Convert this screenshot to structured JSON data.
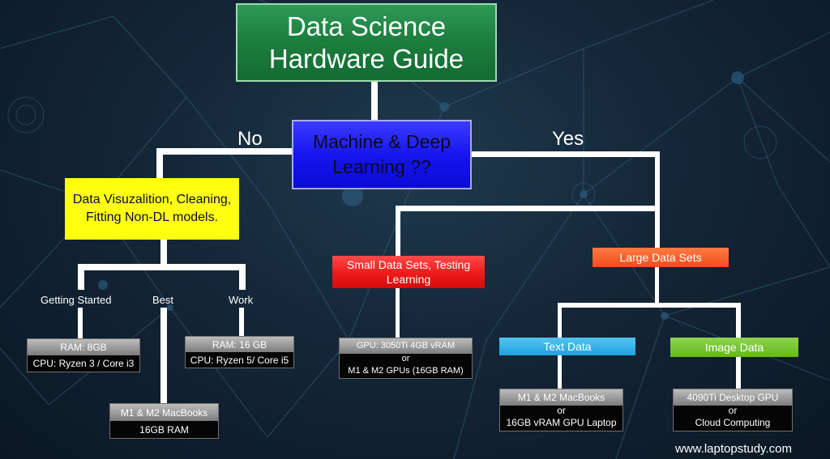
{
  "title": {
    "line1": "Data Science",
    "line2": "Hardware Guide"
  },
  "question": {
    "line1": "Machine & Deep",
    "line2": "Learning ??"
  },
  "branch_no": "No",
  "branch_yes": "Yes",
  "non_dl": {
    "line1": "Data Visuzalition, Cleaning,",
    "line2": "Fitting Non-DL models."
  },
  "tiers": {
    "getting_started": "Getting Started",
    "best": "Best",
    "work": "Work"
  },
  "spec_getting_started": {
    "line1": "RAM: 8GB",
    "line2": "CPU: Ryzen 3 / Core i3"
  },
  "spec_work": {
    "line1": "RAM: 16 GB",
    "line2": "CPU: Ryzen 5/ Core i5"
  },
  "spec_best": {
    "line1": "M1 & M2 MacBooks",
    "line2": "16GB RAM"
  },
  "small_data": {
    "line1": "Small Data Sets, Testing",
    "line2": "Learning"
  },
  "spec_small": {
    "line1": "GPU: 3050Ti 4GB vRAM",
    "line2": "or",
    "line3": "M1 & M2 GPUs (16GB RAM)"
  },
  "large_data": "Large Data Sets",
  "text_data": "Text Data",
  "image_data": "Image Data",
  "spec_text": {
    "line1": "M1 & M2 MacBooks",
    "line2": "or",
    "line3": "16GB vRAM GPU Laptop"
  },
  "spec_image": {
    "line1": "4090Ti Desktop GPU",
    "line2": "or",
    "line3": "Cloud Computing"
  },
  "website": "www.laptopstudy.com",
  "colors": {
    "background": "#142637",
    "title_green": "#1d7f3f",
    "question_blue": "#1616ee",
    "non_dl_yellow": "#ffff10",
    "small_red": "#ee1a1a",
    "large_orange": "#f04e1c",
    "text_blue": "#1fa2e0",
    "image_green": "#63b81d"
  }
}
